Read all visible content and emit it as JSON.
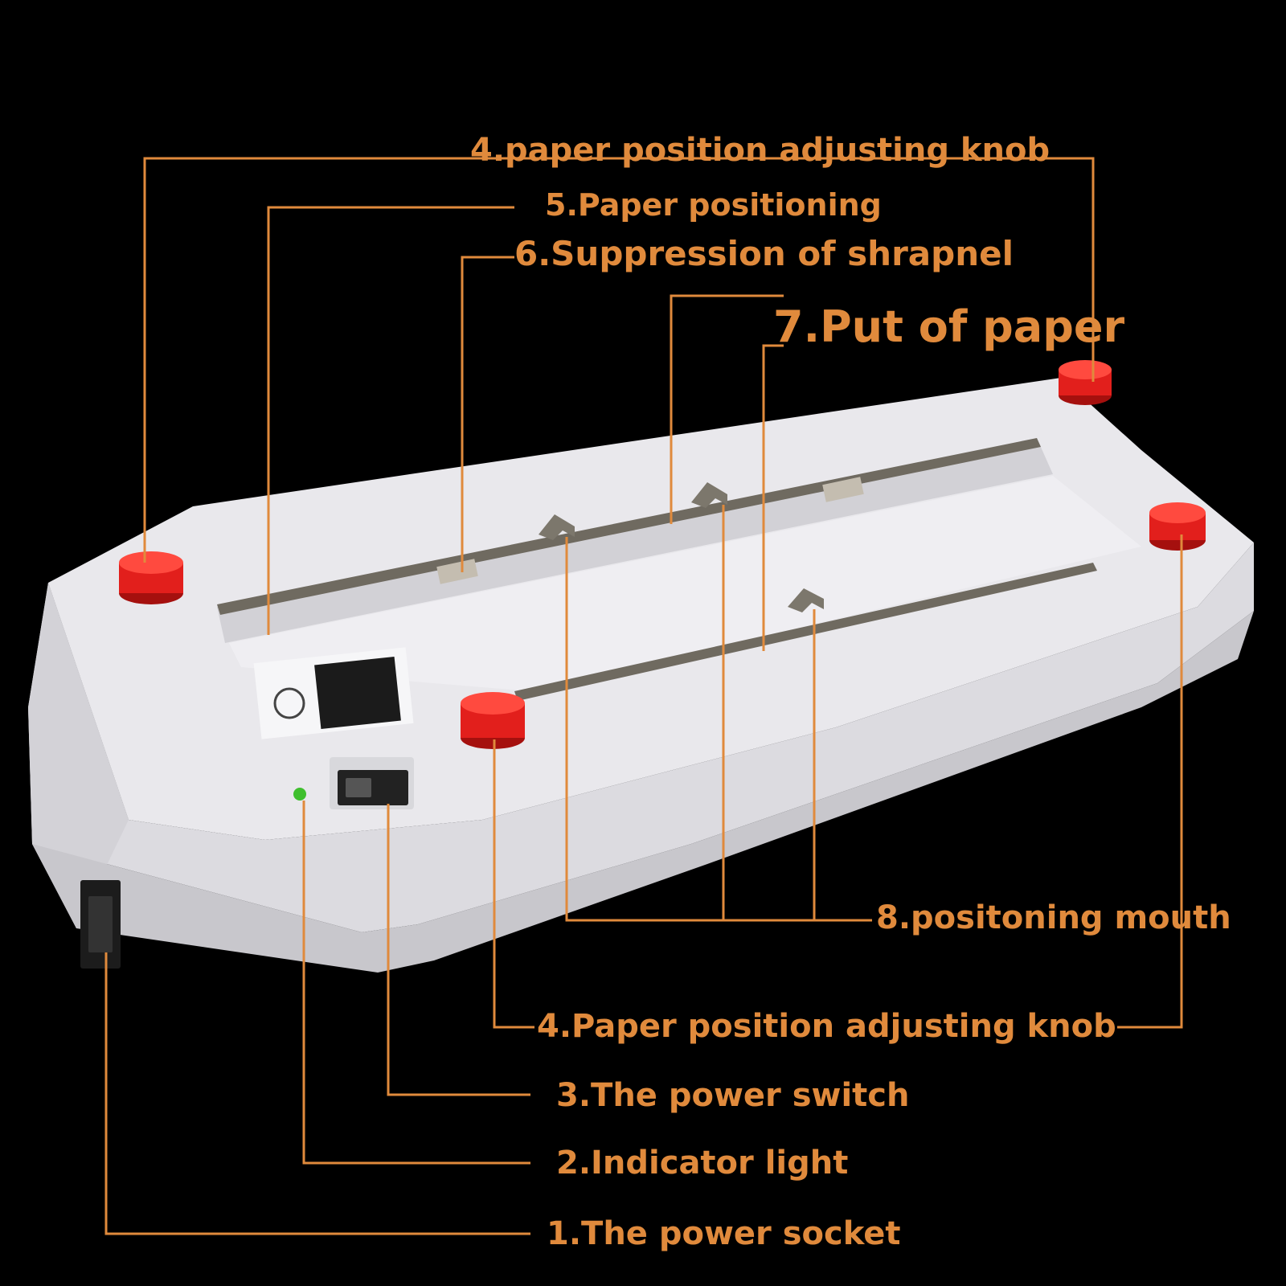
{
  "colors": {
    "background": "#000000",
    "callout": "#e08a3c",
    "device_body": "#e9e8ec",
    "device_shadow": "#c9c8cd",
    "device_edge": "#d7d6db",
    "slot": "#6f6a60",
    "knob": "#e21f1c",
    "indicator": "#3fbf2e"
  },
  "device": {
    "label_brand_text": "",
    "indicator_icon": "indicator-light-icon",
    "knob_icon": "knob-icon",
    "socket_icon": "power-socket-icon",
    "switch_icon": "rocker-switch-icon"
  },
  "callouts": {
    "knob_top": "4.paper position adjusting knob",
    "positioning": "5.Paper positioning",
    "shrapnel": "6.Suppression of shrapnel",
    "put_paper": "7.Put of paper",
    "mouth": "8.positoning mouth",
    "knob_bottom": "4.Paper position adjusting knob",
    "switch": "3.The power switch",
    "indicator": "2.Indicator light",
    "socket": "1.The power socket"
  }
}
